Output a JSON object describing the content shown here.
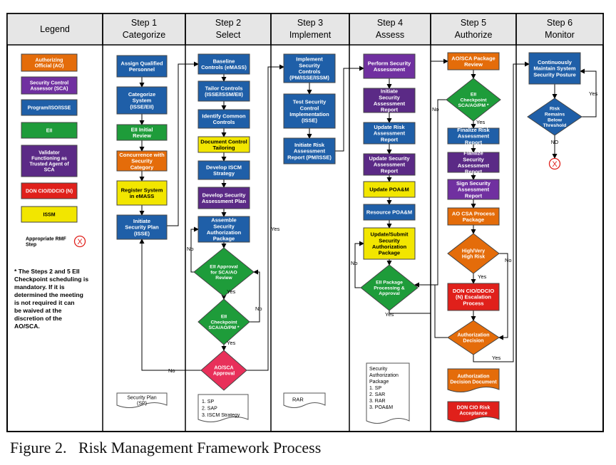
{
  "caption": "Figure 2.   Risk Management Framework Process",
  "colors": {
    "ao": "#e46c0a",
    "sca": "#7030a0",
    "program": "#1f5fa8",
    "eii": "#1e9c3a",
    "validator": "#5b2a86",
    "doncio": "#e0201b",
    "issm": "#f2e600",
    "header_bg": "#e6e6e6"
  },
  "headers": [
    {
      "title": "Legend"
    },
    {
      "title": "Step 1",
      "subtitle": "Categorize"
    },
    {
      "title": "Step 2",
      "subtitle": "Select"
    },
    {
      "title": "Step 3",
      "subtitle": "Implement"
    },
    {
      "title": "Step 4",
      "subtitle": "Assess"
    },
    {
      "title": "Step 5",
      "subtitle": "Authorize"
    },
    {
      "title": "Step 6",
      "subtitle": "Monitor"
    }
  ],
  "legend": {
    "ao": "Authorizing Official (AO)",
    "sca": "Security Control Assessor (SCA)",
    "program": "Program/ISO/ISSE",
    "eii": "EII",
    "validator": "Validator Functioning as Trusted Agent of SCA",
    "doncio": "DON CIO/DDCIO (N)",
    "issm": "ISSM",
    "rmf_step": "Appropriate RMF Step",
    "rmf_symbol": "X",
    "note": "* The Steps 2 and 5 EII Checkpoint scheduling is mandatory.  If it is determined the meeting is not required it can be waived at the discretion of the AO/SCA."
  },
  "step1": {
    "assign": "Assign Qualified Personnel",
    "categorize": "Categorize System (ISSE/EII)",
    "eii_review": "EII Initial Review",
    "concurrence": "Concurrence with Security Category",
    "register": "Register System in eMASS",
    "initiate_plan": "Initiate Security Plan (ISSE)",
    "doc": "Security Plan (SP)"
  },
  "step2": {
    "baseline": "Baseline Controls (eMASS)",
    "tailor": "Tailor Controls (ISSE/ISSM/EII)",
    "common": "Identify Common Controls",
    "doc_tailoring": "Document Control Tailoring",
    "iscm": "Develop ISCM Strategy",
    "assess_plan": "Develop Security Assessment Plan",
    "assemble": "Assemble Security Authorization Package",
    "eii_approval": "EII Approval for SCA/AO Review",
    "checkpoint": "EII Checkpoint SCA/AO/PM *",
    "aosca": "AO/SCA Approval",
    "doc": [
      "1.  SP",
      "2.  SAP",
      "3.  ISCM Strategy"
    ]
  },
  "step3": {
    "implement": "Implement Security Controls (PM/ISSE/ISSM)",
    "test": "Test Security Control Implementation (ISSE)",
    "initiate_rar": "Initiate Risk Assessment Report (PM/ISSE)",
    "doc": "RAR"
  },
  "step4": {
    "perform": "Perform Security Assessment",
    "initiate_sar": "Initiate Security Assessment Report",
    "update_rar": "Update Risk Assessment Report",
    "update_sar": "Update Security Assessment Report",
    "update_poam": "Update POA&M",
    "resource_poam": "Resource POA&M",
    "submit": "Update/Submit Security Authorization Package",
    "eii_package": "EII Package Processing & Approval",
    "doc_title": "Security Authorization Package",
    "doc": [
      "1.  SP",
      "2.  SAR",
      "3.  RAR",
      "3.  POA&M"
    ]
  },
  "step5": {
    "review": "AO/SCA Package Review",
    "checkpoint": "EII Checkpoint SCA/AO/PM *",
    "finalize_rar": "Finalize Risk Assessment Report",
    "finalize_sar": "Fianlize Security Assessment Report",
    "sign_sar": "Sign Security Assessment Report",
    "csa": "AO CSA Process Package",
    "high_risk": "High/Very High Risk",
    "escalation": "DON CIO/DDCIO (N) Escalation Process",
    "decision": "Authorization Decision",
    "decision_doc": "Authorization Decision Document",
    "risk_acceptance": "DON CIO Risk Acceptance"
  },
  "step6": {
    "maintain": "Continuously Maintain System Security Posture",
    "remains": "Risk Remains Below Threshold",
    "no": "NO",
    "end_symbol": "X"
  },
  "labels": {
    "yes": "Yes",
    "no": "No"
  }
}
